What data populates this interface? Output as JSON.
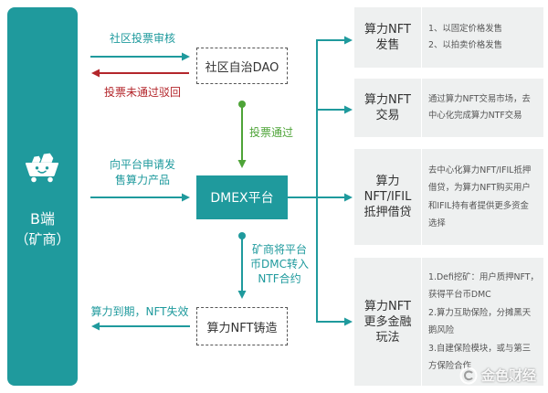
{
  "colors": {
    "teal": "#1f9a9d",
    "red": "#b3262b",
    "green": "#4ea438",
    "panel_bg": "#eef0f0",
    "text_dark": "#333333",
    "text_muted": "#555555",
    "border_dashed": "#555555"
  },
  "left_panel": {
    "icon": "mining-cart-icon",
    "title": "B端",
    "subtitle": "（矿商）"
  },
  "flow": {
    "dao_review_label": "社区投票审核",
    "dao_rejected_label": "投票未通过驳回",
    "dao_box_label": "社区自治DAO",
    "vote_passed_label": "投票通过",
    "apply_label_lines": [
      "向平台申请发",
      "售算力产品"
    ],
    "platform_box_label": "DMEX平台",
    "dmc_transfer_label_lines": [
      "矿商将平台",
      "币DMC转入",
      "NTF合约"
    ],
    "mint_box_label": "算力NFT铸造",
    "expired_label": "算力到期，NFT失效"
  },
  "products": [
    {
      "label_lines": [
        "算力NFT",
        "发售"
      ],
      "desc_lines": [
        "1、以固定价格发售",
        "2、以拍卖价格发售"
      ]
    },
    {
      "label_lines": [
        "算力NFT",
        "交易"
      ],
      "desc_lines": [
        "通过算力NFT交易市场，去",
        "中心化完成算力NTF交易"
      ]
    },
    {
      "label_lines": [
        "算力",
        "NFT/IFIL",
        "抵押借贷"
      ],
      "desc_lines": [
        "去中心化算力NFT/IFIL抵押",
        "借贷，为算力NFT购买用户",
        "和IFIL持有者提供更多资金",
        "选择"
      ]
    },
    {
      "label_lines": [
        "算力NFT",
        "更多金融",
        "玩法"
      ],
      "desc_lines": [
        "1.Defi挖矿：用户质押NFT，",
        "获得平台币DMC",
        "2.算力互助保险，分摊黑天",
        "鹅风险",
        "3.自建保险模块，或与第三",
        "方保险合作"
      ]
    }
  ],
  "watermark": {
    "icon": "watermark-logo-icon",
    "text": "金色财经"
  }
}
